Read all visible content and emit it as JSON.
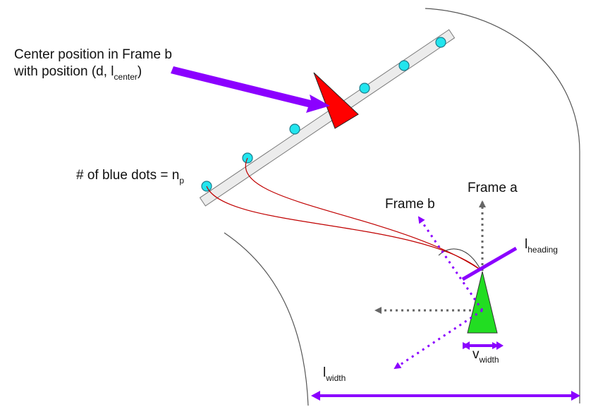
{
  "labels": {
    "center_line1": "Center position in Frame b",
    "center_line2_prefix": "with position (d, l",
    "center_line2_sub": "center",
    "center_line2_suffix": ")",
    "dots_prefix": "# of blue dots = n",
    "dots_sub": "p",
    "frame_a": "Frame a",
    "frame_b": "Frame b",
    "heading_main": "l",
    "heading_sub": "heading",
    "vwidth_main": "v",
    "vwidth_sub": "width",
    "lwidth_main": "l",
    "lwidth_sub": "width"
  },
  "colors": {
    "purple": "#8b00ff",
    "red_marker": "#ff0000",
    "green_vehicle": "#22dd22",
    "cyan_dot": "#22e5ee",
    "bar_fill": "#ececec",
    "road_edge": "#555555",
    "path_curve": "#c00000",
    "axis_gray": "#666666"
  }
}
